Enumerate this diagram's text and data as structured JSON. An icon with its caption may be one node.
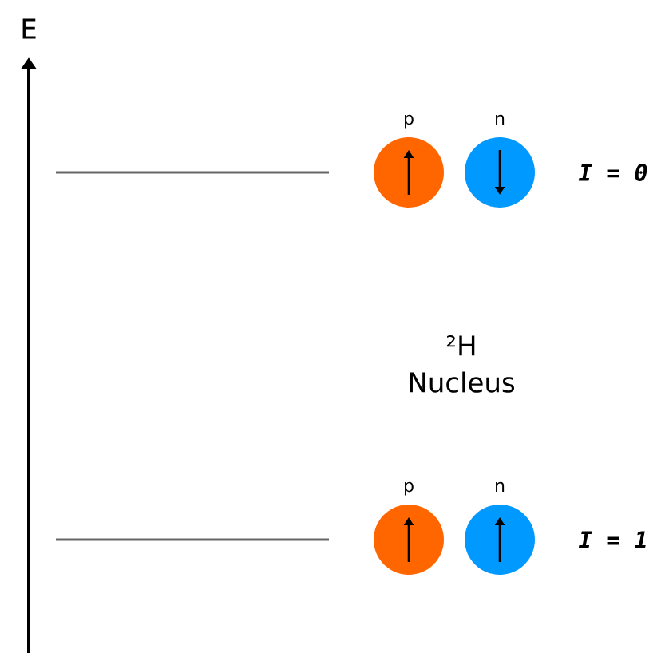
{
  "diagram": {
    "nodes": [
      {
        "text": [],
        "shape": "circle",
        "beside": [
          "p"
        ]
      },
      {
        "text": [],
        "shape": "circle",
        "beside": [
          "n"
        ]
      },
      {
        "text": [],
        "shape": "circle",
        "beside": [
          "p"
        ]
      },
      {
        "text": [],
        "shape": "circle",
        "beside": [
          "n"
        ]
      }
    ],
    "labels": [
      "E",
      "I = 0",
      "²H Nucleus",
      "I = 1"
    ]
  }
}
